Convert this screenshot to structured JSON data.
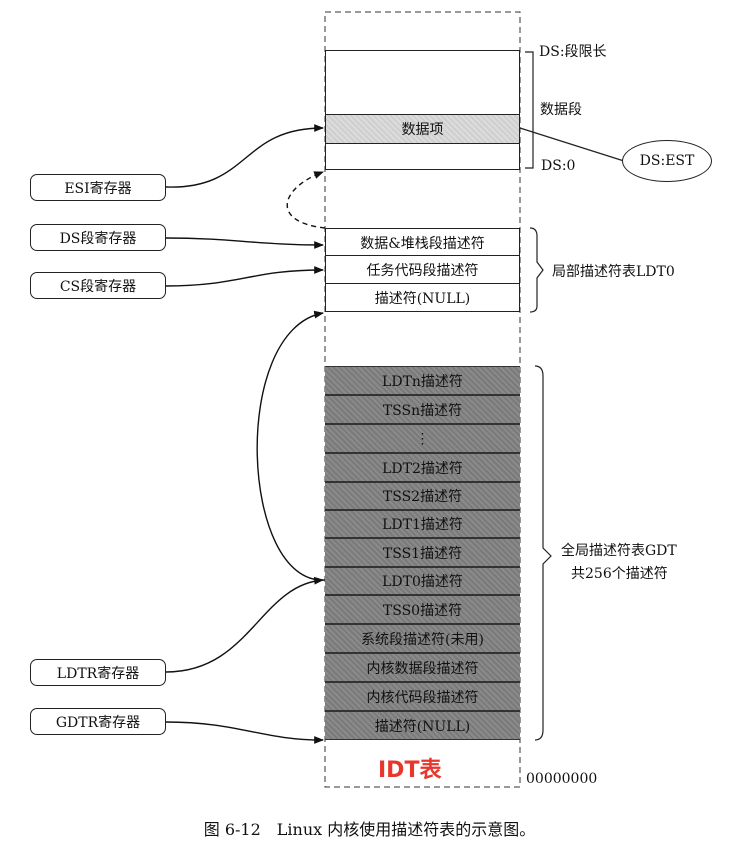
{
  "data_segment": {
    "top_label": "DS:段限长",
    "side_label": "数据段",
    "data_item": "数据项",
    "bottom_label": "DS:0",
    "pointer": "DS:EST"
  },
  "ldt": {
    "entries": [
      "数据&堆栈段描述符",
      "任务代码段描述符",
      "描述符(NULL)"
    ],
    "side_label": "局部描述符表LDT0"
  },
  "gdt": {
    "entries": [
      "LDTn描述符",
      "TSSn描述符",
      "⋮",
      "LDT2描述符",
      "TSS2描述符",
      "LDT1描述符",
      "TSS1描述符",
      "LDT0描述符",
      "TSS0描述符",
      "系统段描述符(未用)",
      "内核数据段描述符",
      "内核代码段描述符",
      "描述符(NULL)"
    ],
    "side_label_line1": "全局描述符表GDT",
    "side_label_line2": "共256个描述符"
  },
  "registers": {
    "esi": "ESI寄存器",
    "ds": "DS段寄存器",
    "cs": "CS段寄存器",
    "ldtr": "LDTR寄存器",
    "gdtr": "GDTR寄存器"
  },
  "idt_label": "IDT表",
  "address_label": "00000000",
  "caption": "图 6-12　Linux 内核使用描述符表的示意图。"
}
